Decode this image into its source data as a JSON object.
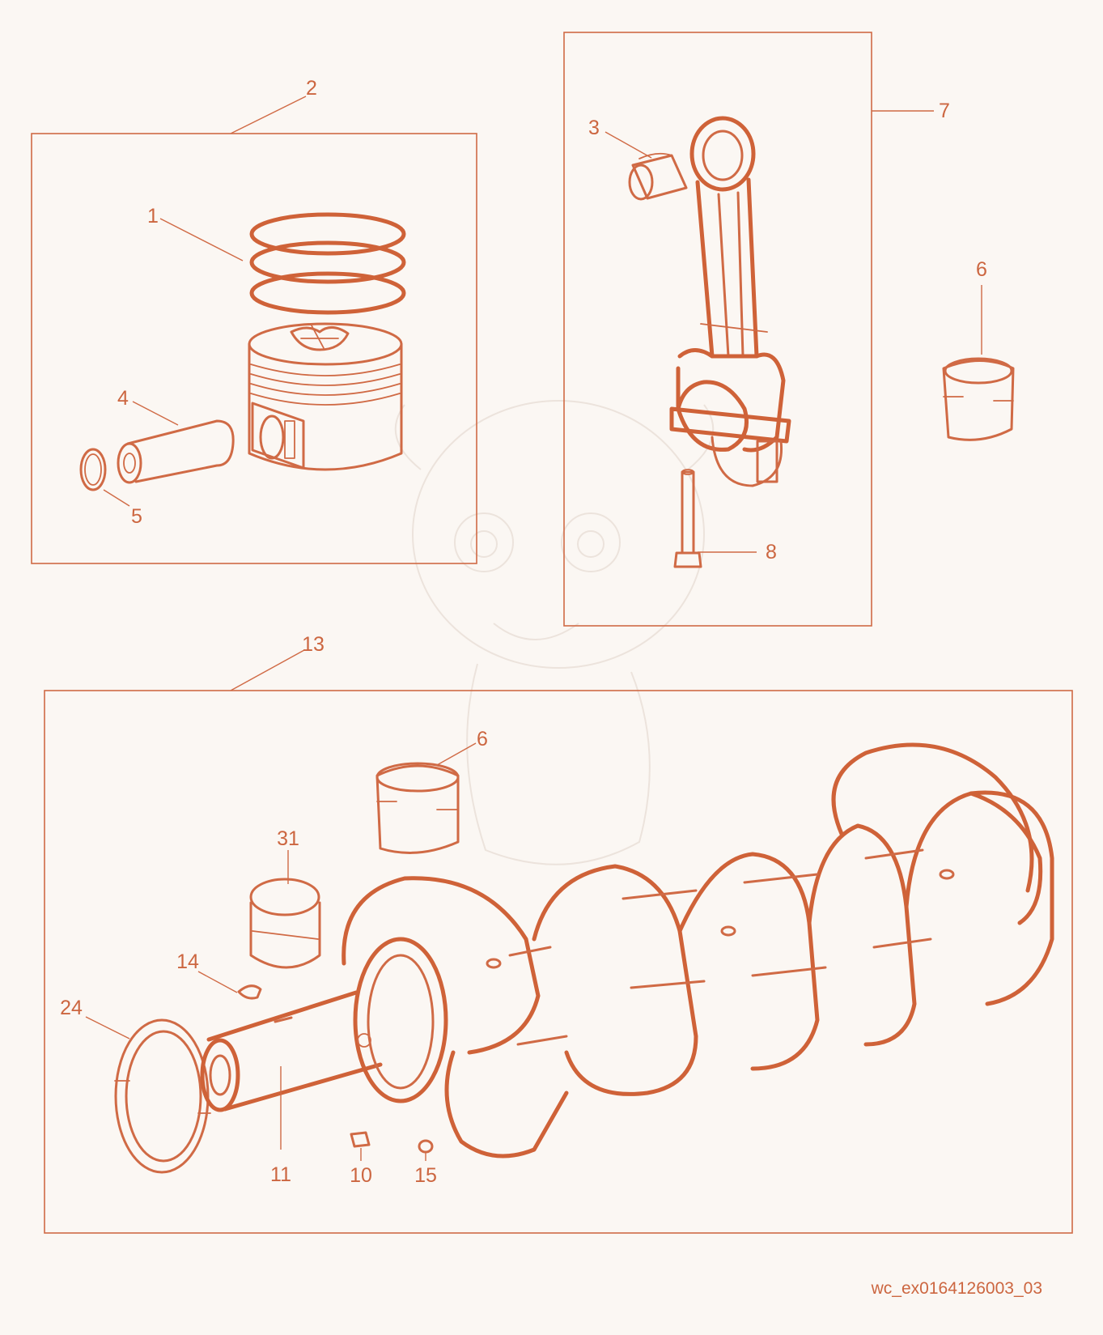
{
  "diagram": {
    "reference": "wc_ex0164126003_03",
    "callouts": {
      "c1": "1",
      "c2": "2",
      "c3": "3",
      "c4": "4",
      "c5": "5",
      "c6a": "6",
      "c6b": "6",
      "c7": "7",
      "c8": "8",
      "c10": "10",
      "c11": "11",
      "c13": "13",
      "c14": "14",
      "c15": "15",
      "c24": "24",
      "c31": "31"
    },
    "colors": {
      "line": "#d06a45",
      "background": "#fbf7f3"
    }
  }
}
